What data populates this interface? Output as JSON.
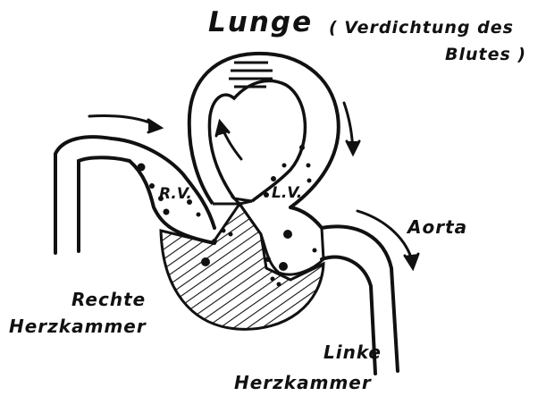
{
  "labels": {
    "lunge": "Lunge",
    "verdichtung_line1": "( Verdichtung des",
    "verdichtung_line2": "Blutes )",
    "aorta": "Aorta",
    "rv": "R.V.",
    "lv": "L.V.",
    "rechte_line1": "Rechte",
    "rechte_line2": "Herzkammer",
    "linke_line1": "Linke",
    "linke_line2": "Herzkammer"
  },
  "colors": {
    "ink": "#111111",
    "paper": "#ffffff"
  }
}
